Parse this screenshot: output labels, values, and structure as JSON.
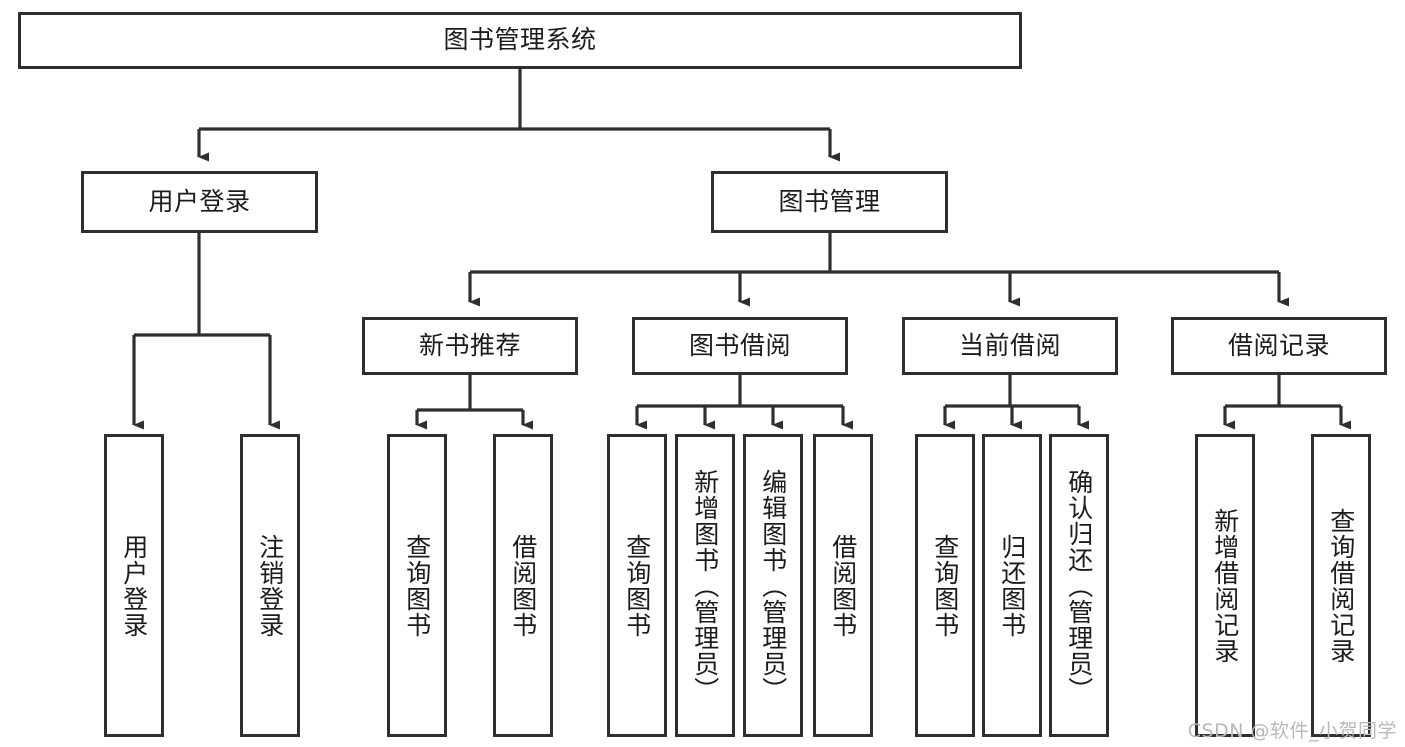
{
  "diagram": {
    "title": "图书管理系统",
    "watermark": "CSDN @软件_小贺同学",
    "colors": {
      "stroke": "#2f2f2f",
      "background": "#ffffff",
      "text": "#1c1c1c",
      "watermark": "#b9b9b9"
    },
    "levels": {
      "root": {
        "label": "图书管理系统"
      },
      "level2": [
        {
          "label": "用户登录"
        },
        {
          "label": "图书管理"
        }
      ],
      "level3": [
        {
          "label": "新书推荐"
        },
        {
          "label": "图书借阅"
        },
        {
          "label": "当前借阅"
        },
        {
          "label": "借阅记录"
        }
      ],
      "leaves": [
        {
          "label": "用户登录",
          "parent": "用户登录"
        },
        {
          "label": "注销登录",
          "parent": "用户登录"
        },
        {
          "label": "查询图书",
          "parent": "新书推荐"
        },
        {
          "label": "借阅图书",
          "parent": "新书推荐"
        },
        {
          "label": "查询图书",
          "parent": "图书借阅"
        },
        {
          "label": "新增图书（管理员）",
          "parent": "图书借阅"
        },
        {
          "label": "编辑图书（管理员）",
          "parent": "图书借阅"
        },
        {
          "label": "借阅图书",
          "parent": "图书借阅"
        },
        {
          "label": "查询图书",
          "parent": "当前借阅"
        },
        {
          "label": "归还图书",
          "parent": "当前借阅"
        },
        {
          "label": "确认归还（管理员）",
          "parent": "当前借阅"
        },
        {
          "label": "新增借阅记录",
          "parent": "借阅记录"
        },
        {
          "label": "查询借阅记录",
          "parent": "借阅记录"
        }
      ]
    }
  }
}
